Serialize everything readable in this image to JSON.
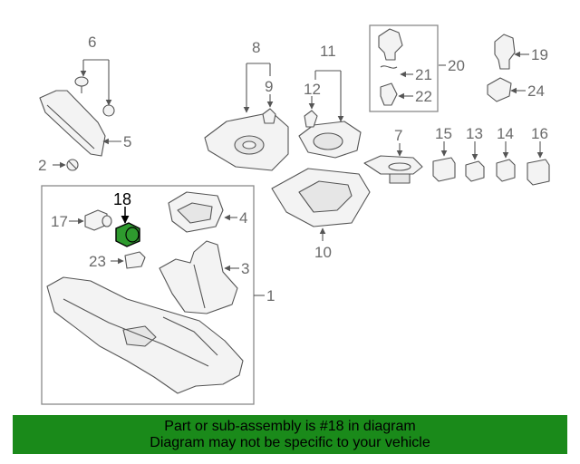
{
  "callouts": {
    "c1": "1",
    "c2": "2",
    "c3": "3",
    "c4": "4",
    "c5": "5",
    "c6": "6",
    "c7": "7",
    "c8": "8",
    "c9": "9",
    "c10": "10",
    "c11": "11",
    "c12": "12",
    "c13": "13",
    "c14": "14",
    "c15": "15",
    "c16": "16",
    "c17": "17",
    "c18": "18",
    "c19": "19",
    "c20": "20",
    "c21": "21",
    "c22": "22",
    "c23": "23",
    "c24": "24"
  },
  "highlight": {
    "part": "18",
    "color": "#1a8a1a"
  },
  "banner": {
    "line1": "Part or sub-assembly is #18 in diagram",
    "line2": "Diagram may not be specific to your vehicle",
    "background": "#1a8a1a"
  }
}
